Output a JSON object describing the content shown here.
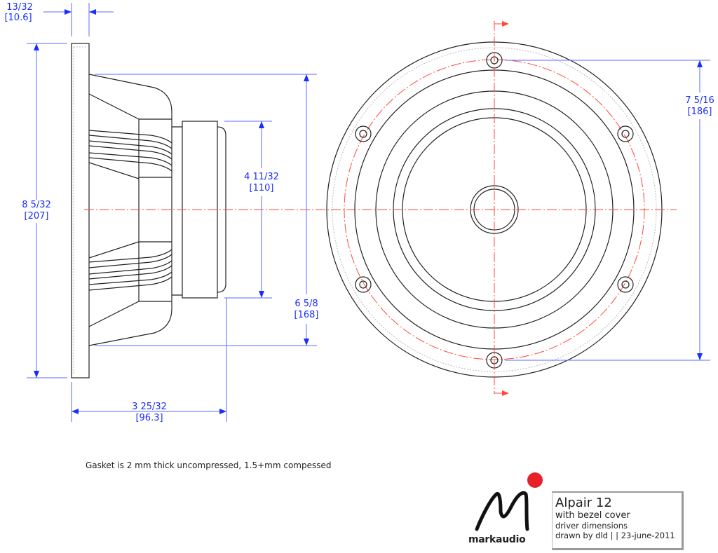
{
  "dimensions": {
    "bezel_thickness": {
      "imperial": "13/32",
      "metric": "[10.6]"
    },
    "overall_height": {
      "imperial": "8 5/32",
      "metric": "[207]"
    },
    "basket_height": {
      "imperial": "6 5/8",
      "metric": "[168]"
    },
    "magnet_diameter": {
      "imperial": "4 11/32",
      "metric": "[110]"
    },
    "depth": {
      "imperial": "3 25/32",
      "metric": "[96.3]"
    },
    "bolt_spacing": {
      "imperial": "7 5/16",
      "metric": "[186]"
    }
  },
  "note": "Gasket is 2 mm thick uncompressed, 1.5+mm compessed",
  "title_block": {
    "model": "Alpair 12",
    "variant": "with bezel cover",
    "subtitle": "driver dimensions",
    "credit": "drawn by dld |  | 23-june-2011"
  },
  "logo": {
    "text": "markaudio",
    "dot_color": "#e8202a"
  },
  "colors": {
    "dimension": "#1a2cff",
    "centerline": "#ff4a3a",
    "outline": "#222222"
  }
}
